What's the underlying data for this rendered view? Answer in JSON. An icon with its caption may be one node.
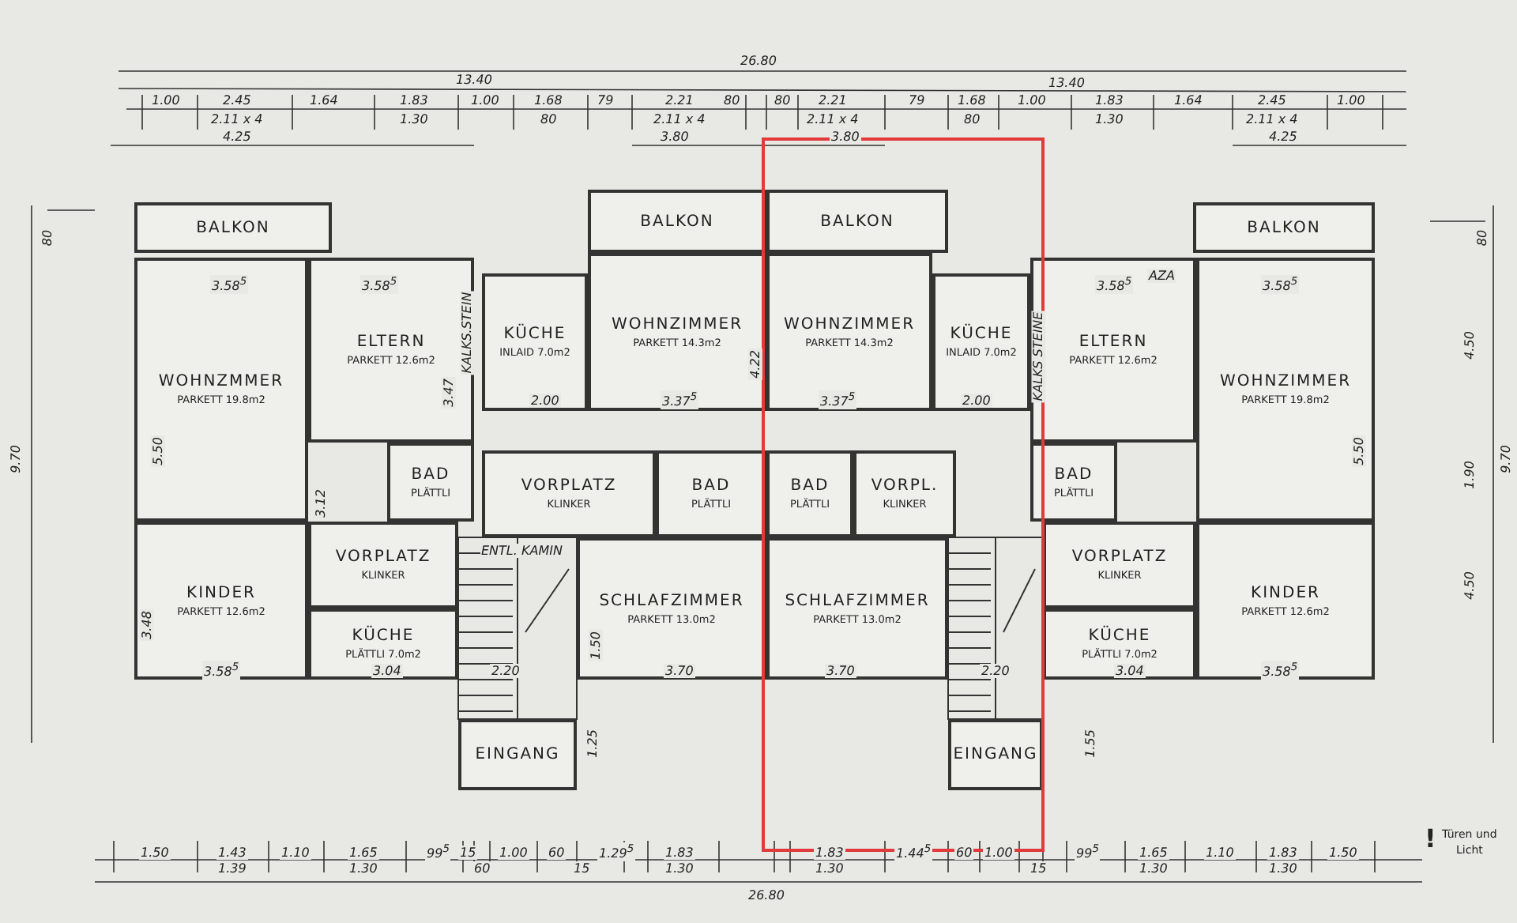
{
  "diagram": {
    "nodes": [
      {
        "text": [
          "BALKON"
        ]
      },
      {
        "text": [
          "WOHNZMMER",
          "PARKETT 19.8m2"
        ]
      },
      {
        "text": [
          "ELTERN",
          "PARKETT 12.6m2"
        ]
      },
      {
        "text": [
          "KÜCHE",
          "INLAID 7.0m2"
        ]
      },
      {
        "text": [
          "BALKON"
        ]
      },
      {
        "text": [
          "WOHNZIMMER",
          "PARKETT 14.3m2"
        ]
      },
      {
        "text": [
          "BAD",
          "PLÄTTLI"
        ]
      },
      {
        "text": [
          "VORPLATZ",
          "KLINKER"
        ]
      },
      {
        "text": [
          "BAD",
          "PLÄTTLI"
        ]
      },
      {
        "text": [
          "VORPLATZ",
          "KLINKER"
        ]
      },
      {
        "text": [
          "KINDER",
          "PARKETT 12.6m2"
        ]
      },
      {
        "text": [
          "SCHLAFZIMMER",
          "PARKETT 13.0m2"
        ]
      },
      {
        "text": [
          "KÜCHE",
          "PLÄTTLI 7.0m2"
        ]
      },
      {
        "text": [
          "EINGANG"
        ]
      },
      {
        "text": [
          "BALKON"
        ]
      },
      {
        "text": [
          "WOHNZIMMER",
          "PARKETT 14.3m2"
        ]
      },
      {
        "text": [
          "KÜCHE",
          "INLAID 7.0m2"
        ]
      },
      {
        "text": [
          "BALKON"
        ]
      },
      {
        "text": [
          "ELTERN",
          "PARKETT 12.6m2"
        ]
      },
      {
        "text": [
          "WOHNZIMMER",
          "PARKETT 19.8m2"
        ]
      },
      {
        "text": [
          "BAD",
          "PLÄTTLI"
        ]
      },
      {
        "text": [
          "VORPL.",
          "KLINKER"
        ]
      },
      {
        "text": [
          "BAD",
          "PLÄTTLI"
        ]
      },
      {
        "text": [
          "SCHLAFZIMMER",
          "PARKETT 13.0m2"
        ]
      },
      {
        "text": [
          "VORPLATZ",
          "KLINKER"
        ]
      },
      {
        "text": [
          "KINDER",
          "PARKETT 12.6m2"
        ]
      },
      {
        "text": [
          "KÜCHE",
          "PLÄTTLI 7.0m2"
        ]
      },
      {
        "text": [
          "EINGANG"
        ]
      }
    ],
    "edges": [],
    "labels": [
      "26.80",
      "13.40",
      "13.40",
      "1.00",
      "2.45",
      "2.11 x 4",
      "1.64",
      "1.83",
      "1.30",
      "1.00",
      "1.68",
      "80",
      "79",
      "2.21",
      "2.11 x 4",
      "80",
      "80",
      "2.21",
      "2.11 x 4",
      "79",
      "1.68",
      "80",
      "1.00",
      "1.83",
      "1.30",
      "1.64",
      "2.45",
      "2.11 x 4",
      "1.00",
      "4.25",
      "3.80",
      "3.80",
      "4.25",
      "80",
      "9.70",
      "80",
      "4.50",
      "9.70",
      "1.90",
      "4.50",
      "3.58$^{5}$",
      "3.58$^{5}$",
      "AZA",
      "3.58$^{5}$",
      "3.58$^{5}$",
      "5.50",
      "KALKS.STEIN",
      "3.47",
      "4.22",
      "KALKS STEINE",
      "5.50",
      "2.00",
      "3.37$^{5}$",
      "3.37$^{5}$",
      "2.00",
      "3.12",
      "ENTL. KAMIN",
      "3.48",
      "1.50",
      "3.58$^{5}$",
      "3.04",
      "2.20",
      "3.70",
      "3.70",
      "2.20",
      "3.04",
      "3.58$^{5}$",
      "1.25",
      "1.55",
      "1.50",
      "1.43",
      "1.39",
      "1.10",
      "1.65",
      "1.30",
      "99$^{5}$",
      "15",
      "60",
      "1.00",
      "60",
      "15",
      "1.29$^{5}$",
      "1.83",
      "1.30",
      "1.83",
      "1.30",
      "1.44$^{5}$",
      "60",
      "1.00",
      "15",
      "99$^{5}$",
      "1.65",
      "1.30",
      "1.10",
      "1.83",
      "1.30",
      "1.50",
      "26.80",
      "!",
      "Türen und",
      "Licht"
    ]
  }
}
